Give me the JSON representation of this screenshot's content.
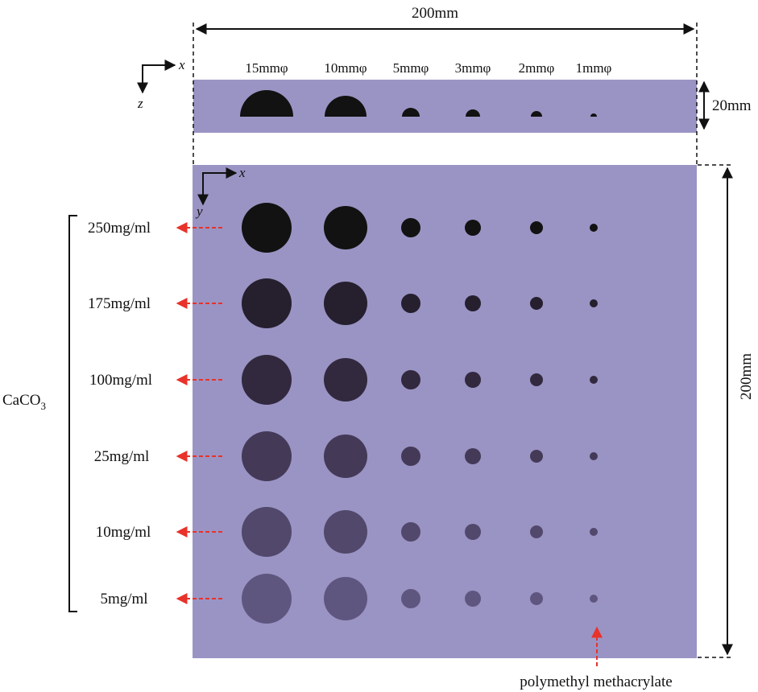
{
  "dimensions": {
    "width_label": "200mm",
    "height_label": "200mm",
    "thickness_label": "20mm"
  },
  "axes": {
    "top_view": {
      "x": "x",
      "z": "z"
    },
    "front_view": {
      "x": "x",
      "y": "y"
    }
  },
  "diameters": [
    "15mmφ",
    "10mmφ",
    "5mmφ",
    "3mmφ",
    "2mmφ",
    "1mmφ"
  ],
  "diameter_values_mm": [
    15,
    10,
    5,
    3,
    2,
    1
  ],
  "material": {
    "name": "CaCO",
    "subscript": "3"
  },
  "concentrations": [
    "250mg/ml",
    "175mg/ml",
    "100mg/ml",
    "25mg/ml",
    "10mg/ml",
    "5mg/ml"
  ],
  "matrix_label": "polymethyl methacrylate",
  "colors": {
    "phantom": "#9a94c4",
    "arrow": "#e8322a",
    "row_fills": [
      "#121212",
      "#261f2e",
      "#32293f",
      "#443a58",
      "#52486b",
      "#5f5680"
    ]
  }
}
